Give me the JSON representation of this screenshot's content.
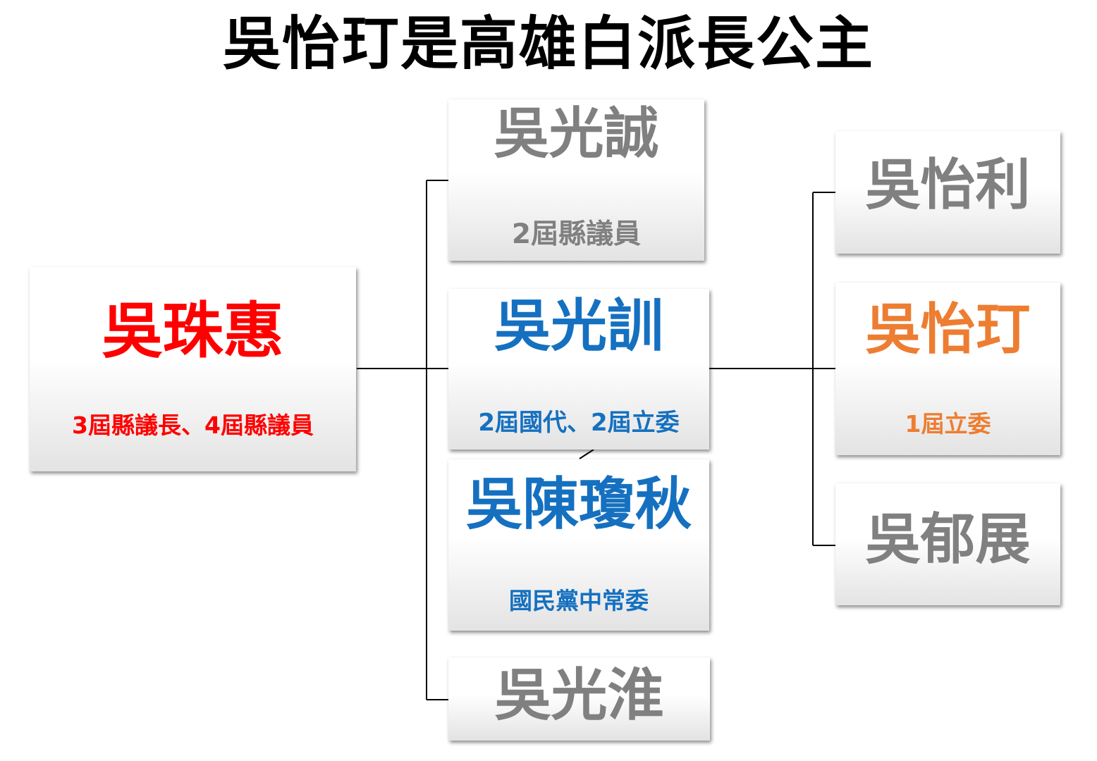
{
  "title": "吳怡玎是高雄白派長公主",
  "nodes": {
    "wu_zhuhui": {
      "name": "吳珠惠",
      "role": "3屆縣議長、4屆縣議員",
      "color": "#ff0000"
    },
    "wu_guangcheng": {
      "name": "吳光誠",
      "role": "2屆縣議員",
      "color": "#808080"
    },
    "wu_guangxun": {
      "name": "吳光訓",
      "role": "2屆國代、2屆立委",
      "color": "#1570c0"
    },
    "wu_chen_qiongqiu": {
      "name": "吳陳瓊秋",
      "role": "國民黨中常委",
      "color": "#1570c0"
    },
    "wu_guanghuai": {
      "name": "吳光淮",
      "color": "#808080"
    },
    "wu_yili": {
      "name": "吳怡利",
      "color": "#808080"
    },
    "wu_yiting": {
      "name": "吳怡玎",
      "role": "1屆立委",
      "color": "#ed7d31"
    },
    "wu_yuzhan": {
      "name": "吳郁展",
      "color": "#808080"
    }
  }
}
